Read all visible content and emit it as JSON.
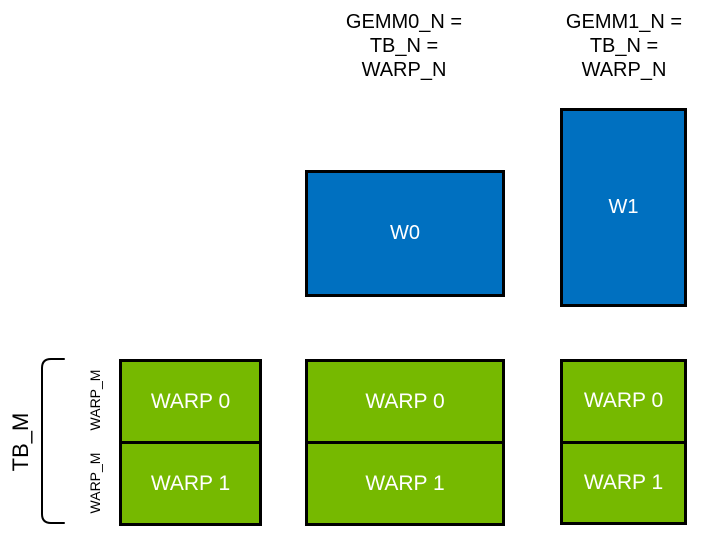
{
  "diagram": {
    "column_headers": [
      {
        "text": "GEMM0_N =\nTB_N =\nWARP_N"
      },
      {
        "text": "GEMM1_N =\nTB_N =\nWARP_N"
      }
    ],
    "accumulator_tiles": [
      {
        "label": "W0"
      },
      {
        "label": "W1"
      }
    ],
    "left_axis": {
      "tb_label": "TB_M",
      "warp_labels": [
        "WARP_M",
        "WARP_M"
      ]
    },
    "warp_grids": [
      {
        "cells": [
          "WARP 0",
          "WARP 1"
        ]
      },
      {
        "cells": [
          "WARP 0",
          "WARP 1"
        ]
      },
      {
        "cells": [
          "WARP 0",
          "WARP 1"
        ]
      }
    ],
    "colors": {
      "tile_blue": "#0070C0",
      "warp_green": "#76B900",
      "border_black": "#000000",
      "label_white": "#FFFFFF"
    }
  }
}
